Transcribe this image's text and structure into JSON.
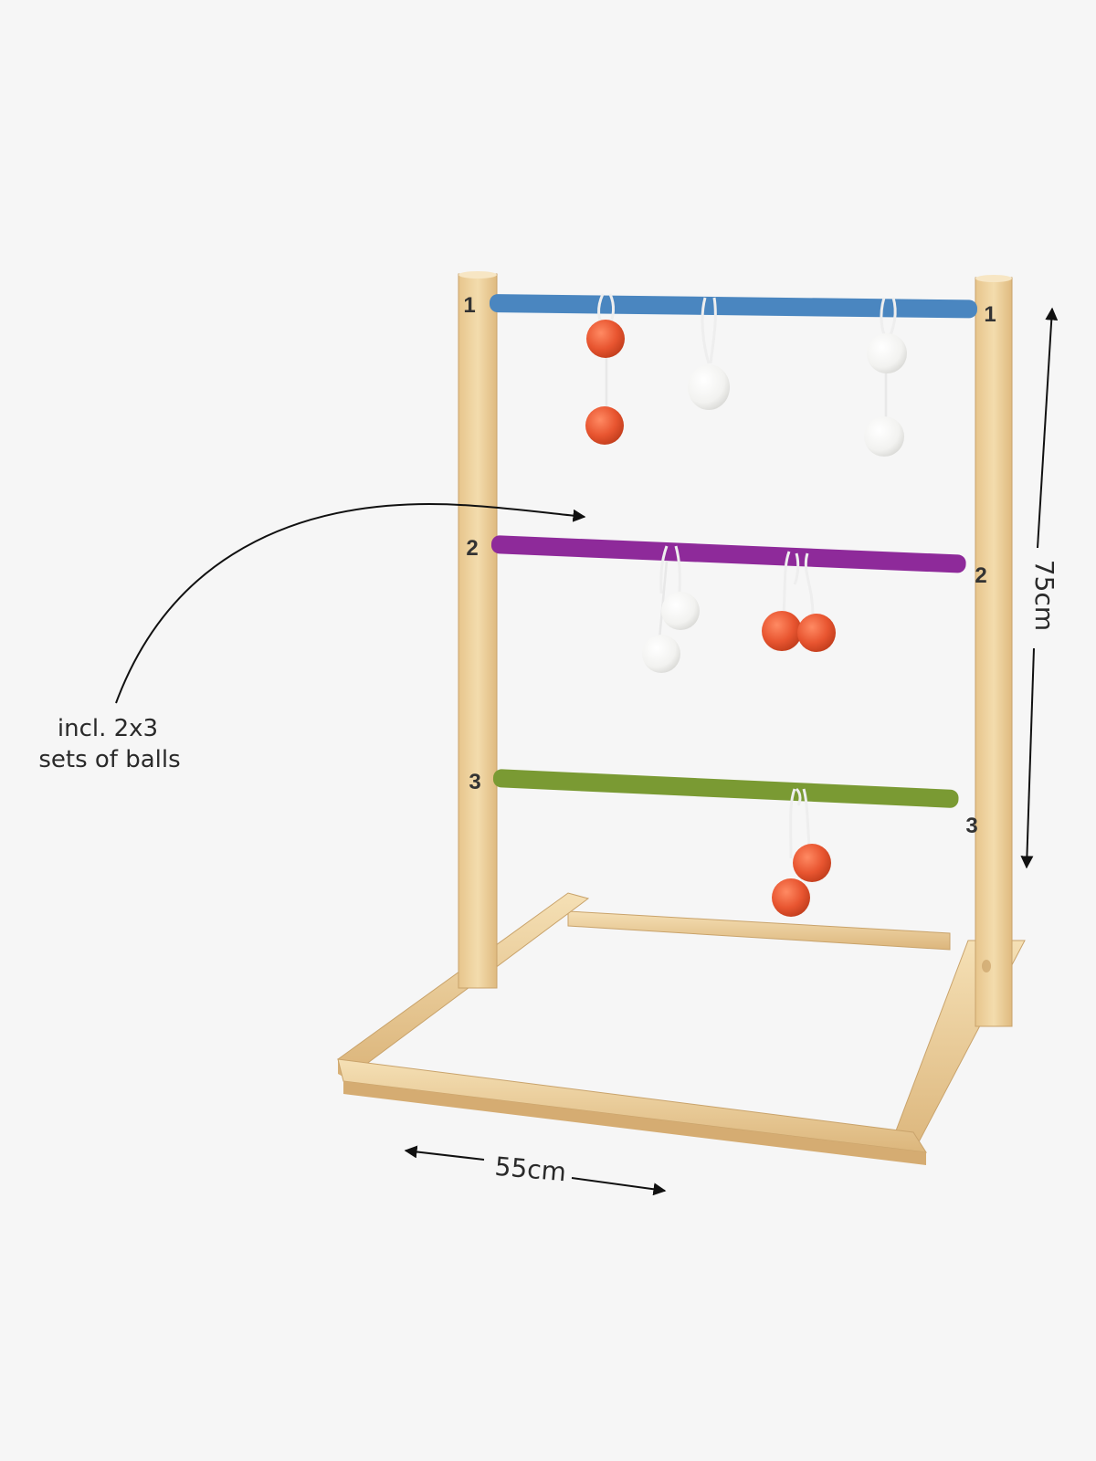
{
  "product": {
    "rung_labels": [
      "1",
      "2",
      "3"
    ],
    "rung_colors": [
      "#4a86c0",
      "#8e2a9a",
      "#7a9a33"
    ],
    "wood_color": "#f0d7a6",
    "red_ball_color": "#e85530",
    "white_ball_color": "#ffffff"
  },
  "annotations": {
    "balls_line1": "incl. 2x3",
    "balls_line2": "sets of balls",
    "height": "75cm",
    "width": "55cm"
  }
}
